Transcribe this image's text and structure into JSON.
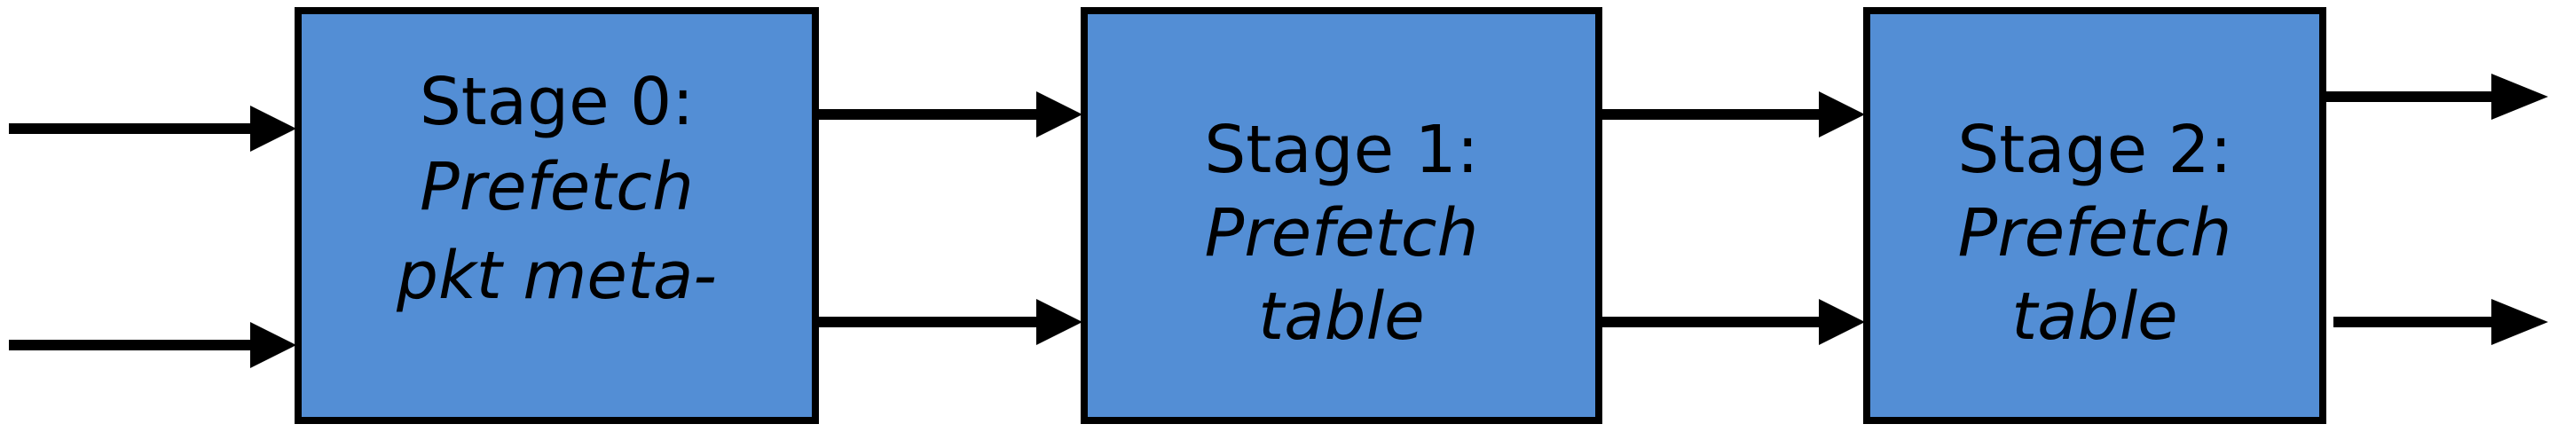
{
  "diagram": {
    "type": "pipeline-block-diagram",
    "background_color": "#ffffff",
    "box_fill_color": "#538ED5",
    "box_border_color": "#000000",
    "arrow_color": "#000000",
    "stages": [
      {
        "id": "stage-0",
        "title": "Stage 0:",
        "subtitle_line_1": "Prefetch",
        "subtitle_line_2": "pkt meta-"
      },
      {
        "id": "stage-1",
        "title": "Stage 1:",
        "subtitle_line_1": "Prefetch",
        "subtitle_line_2": "table"
      },
      {
        "id": "stage-2",
        "title": "Stage 2:",
        "subtitle_line_1": "Prefetch",
        "subtitle_line_2": "table"
      }
    ],
    "connectors": [
      {
        "id": "arrow-in-top",
        "from": "left-edge",
        "to": "stage-0",
        "track": "top"
      },
      {
        "id": "arrow-in-bottom",
        "from": "left-edge",
        "to": "stage-0",
        "track": "bottom"
      },
      {
        "id": "arrow-0-1-top",
        "from": "stage-0",
        "to": "stage-1",
        "track": "top"
      },
      {
        "id": "arrow-0-1-bottom",
        "from": "stage-0",
        "to": "stage-1",
        "track": "bottom"
      },
      {
        "id": "arrow-1-2-top",
        "from": "stage-1",
        "to": "stage-2",
        "track": "top"
      },
      {
        "id": "arrow-1-2-bottom",
        "from": "stage-1",
        "to": "stage-2",
        "track": "bottom"
      },
      {
        "id": "arrow-out-top",
        "from": "stage-2",
        "to": "right-edge",
        "track": "top"
      },
      {
        "id": "arrow-out-bottom",
        "from": "stage-2",
        "to": "right-edge",
        "track": "bottom"
      }
    ]
  }
}
